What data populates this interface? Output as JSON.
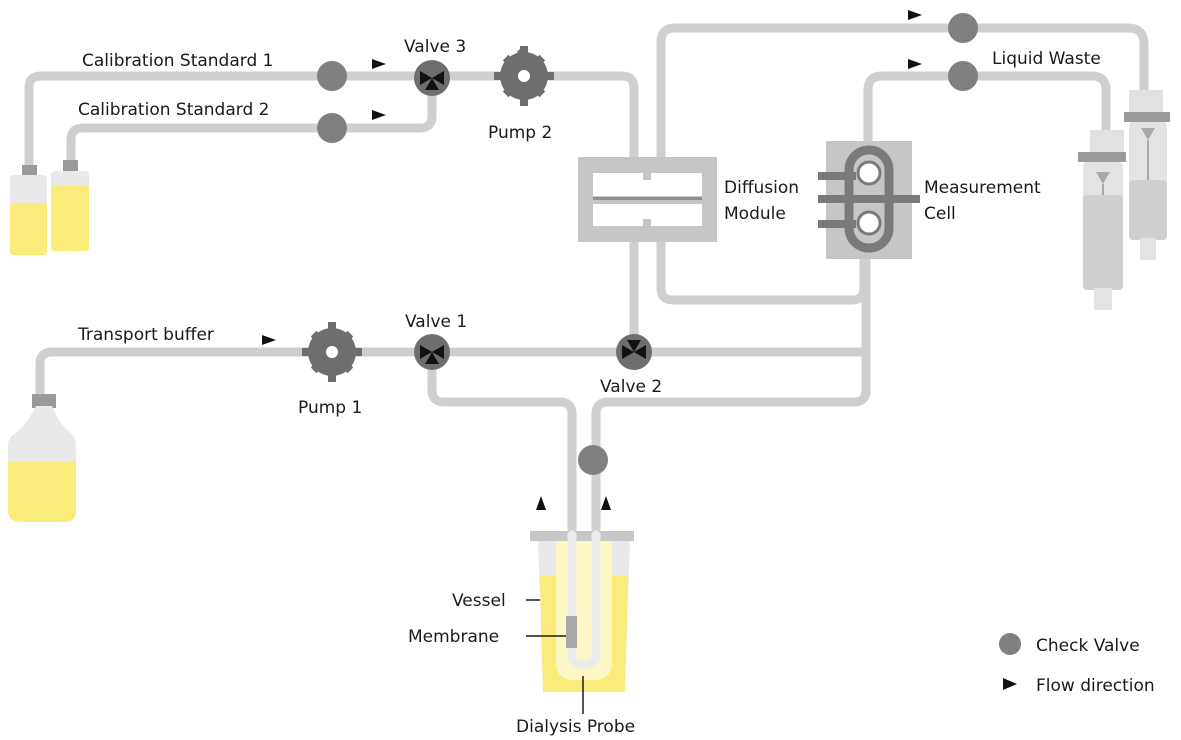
{
  "labels": {
    "cal1": "Calibration Standard 1",
    "cal2": "Calibration Standard 2",
    "valve3": "Valve 3",
    "pump2": "Pump 2",
    "diffusion1": "Diffusion",
    "diffusion2": "Module",
    "measurement1": "Measurement",
    "measurement2": "Cell",
    "liquid_waste": "Liquid Waste",
    "transport_buffer": "Transport buffer",
    "valve1": "Valve 1",
    "valve2": "Valve 2",
    "pump1": "Pump 1",
    "vessel": "Vessel",
    "membrane": "Membrane",
    "dialysis_probe": "Dialysis Probe"
  },
  "legend": {
    "check_valve": "Check Valve",
    "flow_direction": "Flow direction"
  },
  "colors": {
    "tube": "#cfcfcf",
    "component": "#6e6e6e",
    "box": "#c6c6c6",
    "liquid": "#f9ec7a",
    "container": "#e9e9e9"
  }
}
